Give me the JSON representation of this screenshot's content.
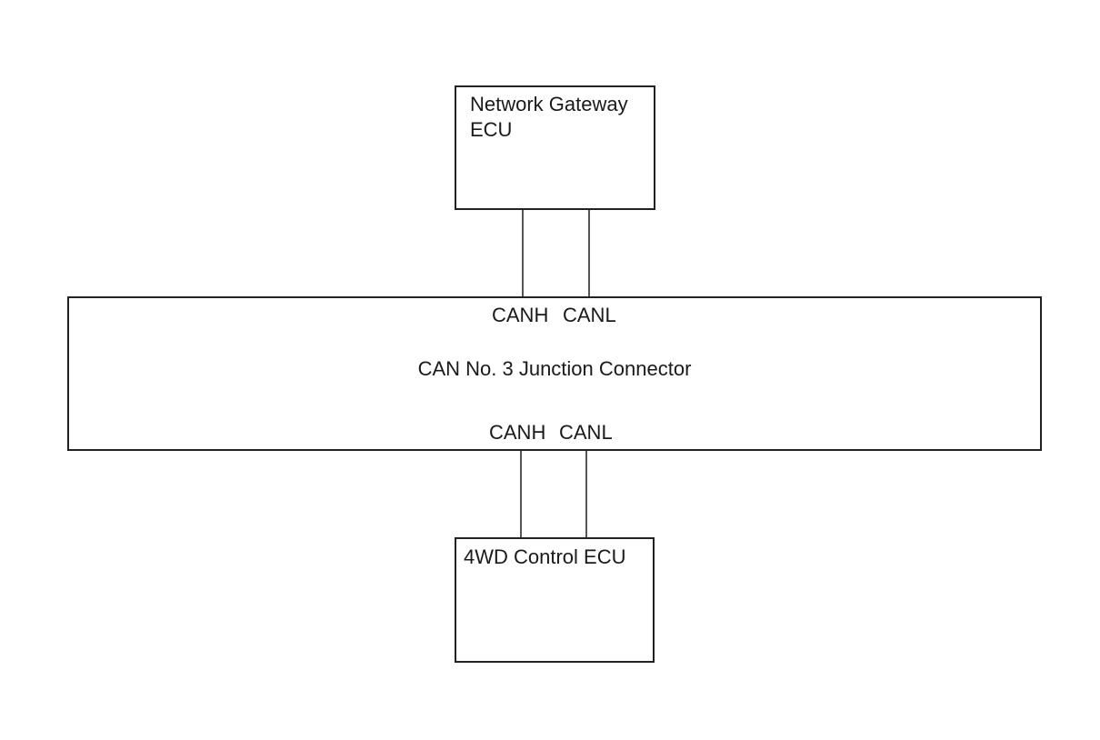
{
  "gateway_ecu": {
    "label": "Network Gateway ECU"
  },
  "junction_connector": {
    "title": "CAN No. 3 Junction Connector",
    "top_pins": [
      "CANH",
      "CANL"
    ],
    "bottom_pins": [
      "CANH",
      "CANL"
    ]
  },
  "control_ecu": {
    "label": "4WD Control ECU"
  },
  "colors": {
    "line": "#222222",
    "wire": "#555555",
    "background": "#ffffff"
  }
}
